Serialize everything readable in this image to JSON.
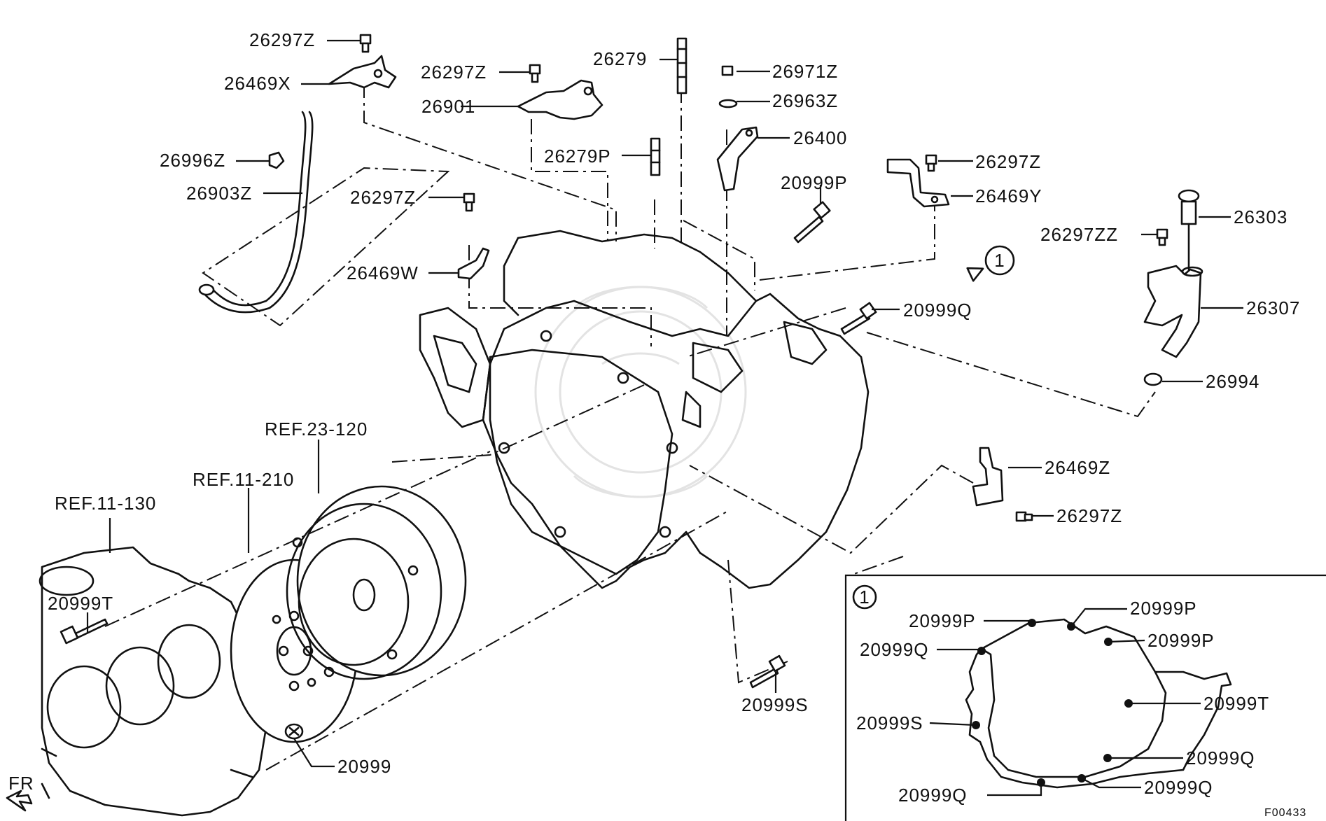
{
  "labels": {
    "p26297z_a": "26297Z",
    "p26469x": "26469X",
    "p26297z_b": "26297Z",
    "p26901": "26901",
    "p26279": "26279",
    "p26971z": "26971Z",
    "p26963z": "26963Z",
    "p26400": "26400",
    "p26996z": "26996Z",
    "p26279p": "26279P",
    "p26297z_c": "26297Z",
    "p26469y": "26469Y",
    "p20999p": "20999P",
    "p26903z": "26903Z",
    "p26297z_d": "26297Z",
    "p26303": "26303",
    "p26297zz": "26297ZZ",
    "p26469w": "26469W",
    "p26307": "26307",
    "p20999q": "20999Q",
    "p26994": "26994",
    "ref23_120": "REF.23-120",
    "ref11_210": "REF.11-210",
    "p26469z": "26469Z",
    "ref11_130": "REF.11-130",
    "p26297z_e": "26297Z",
    "p20999t": "20999T",
    "p20999s": "20999S",
    "p20999": "20999",
    "fr": "FR",
    "callout": "1"
  },
  "inset": {
    "callout": "1",
    "labels": {
      "p_top_left": "20999P",
      "p_top_right": "20999P",
      "q_left": "20999Q",
      "p_right": "20999P",
      "t_right": "20999T",
      "s_left": "20999S",
      "q_right_low": "20999Q",
      "q_bottom_left": "20999Q",
      "q_bottom_right": "20999Q"
    }
  },
  "figure_code": "F00433"
}
